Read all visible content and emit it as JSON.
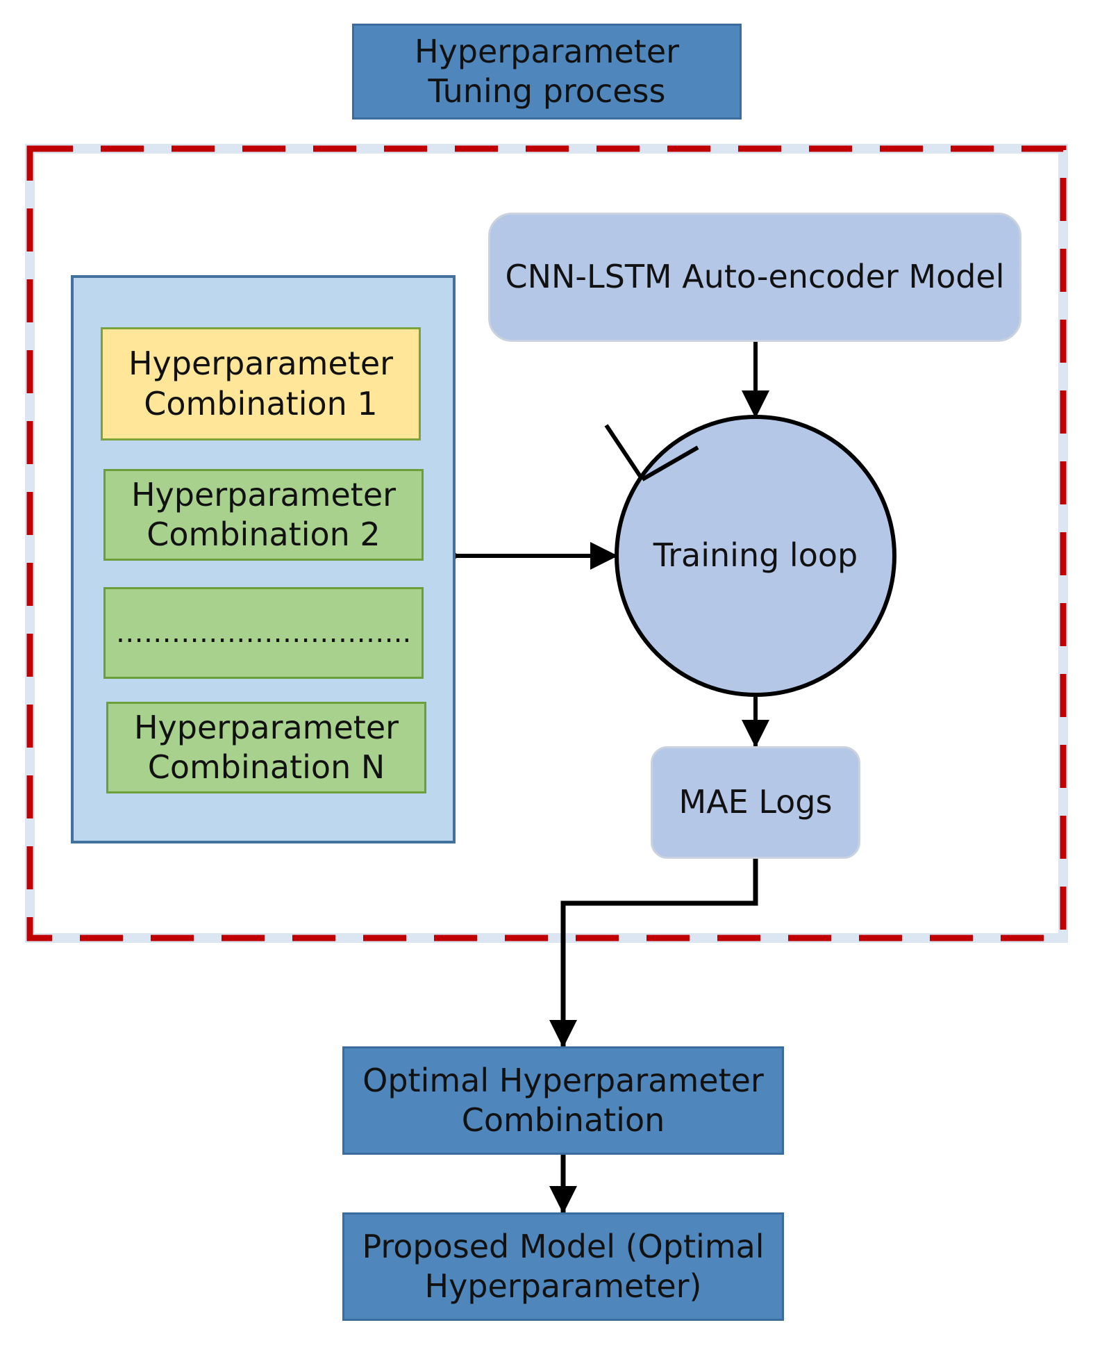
{
  "header": {
    "title": "Hyperparameter\nTuning process"
  },
  "combinations": [
    {
      "label": "Hyperparameter\nCombination 1"
    },
    {
      "label": "Hyperparameter\nCombination 2"
    },
    {
      "label": "………………………….."
    },
    {
      "label": "Hyperparameter\nCombination N"
    }
  ],
  "model": {
    "label": "CNN-LSTM Auto-encoder Model"
  },
  "training": {
    "label": "Training loop"
  },
  "logs": {
    "label": "MAE Logs"
  },
  "optimal": {
    "label": "Optimal Hyperparameter\nCombination"
  },
  "proposed": {
    "label": "Proposed  Model (Optimal\nHyperparameter)"
  },
  "colors": {
    "dark_box": "#4f87bd",
    "pale_box": "#b4c7e7",
    "panel": "#bdd7ee",
    "combination_first": "#ffe699",
    "combination_other": "#a9d18e",
    "dashed_border": "#c00000",
    "arrow": "#000000"
  }
}
